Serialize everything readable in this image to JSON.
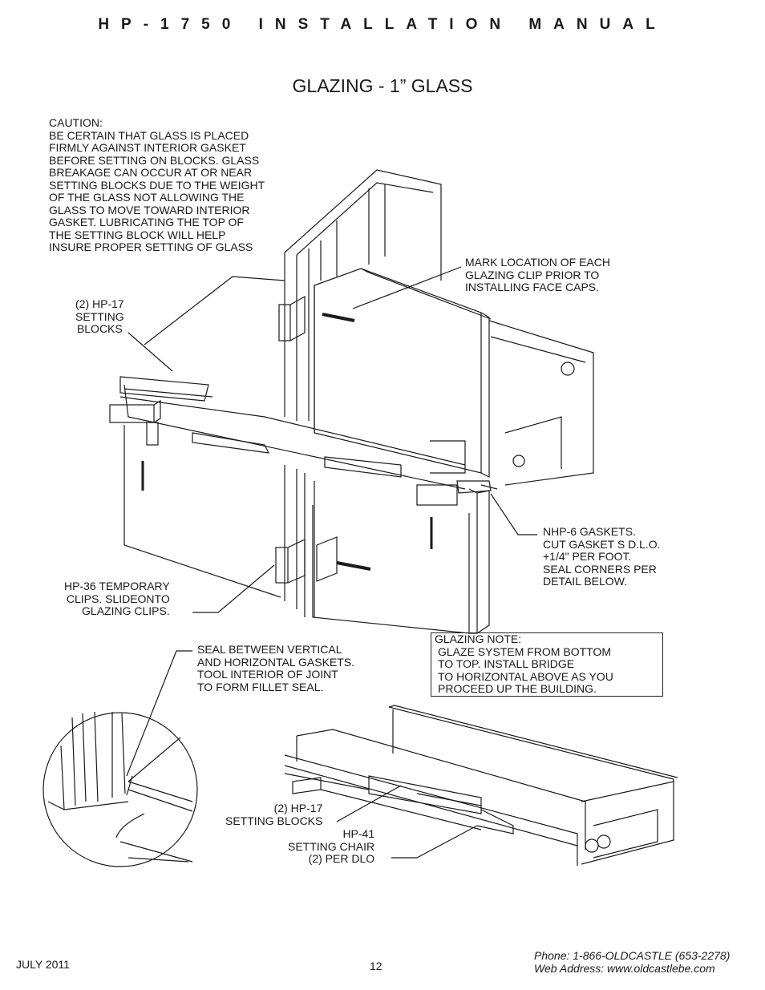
{
  "header": {
    "title": "HP-1750 INSTALLATION MANUAL"
  },
  "page_title": "GLAZING - 1” GLASS",
  "notes": {
    "caution": "CAUTION:\nBE CERTAIN THAT GLASS IS PLACED\nFIRMLY AGAINST INTERIOR GASKET\nBEFORE SETTING ON BLOCKS. GLASS\nBREAKAGE CAN OCCUR AT OR NEAR\nSETTING BLOCKS DUE TO THE WEIGHT\nOF THE GLASS NOT ALLOWING THE\nGLASS TO MOVE TOWARD INTERIOR\nGASKET. LUBRICATING THE TOP OF\nTHE SETTING BLOCK WILL HELP\nINSURE PROPER SETTING OF GLASS",
    "mark_location": "MARK LOCATION OF EACH\nGLAZING CLIP PRIOR TO\nINSTALLING FACE CAPS.",
    "setting_blocks_top": "(2) HP-17\nSETTING\nBLOCKS",
    "nhp6_gaskets": "NHP-6 GASKETS.\nCUT GASKET S D.L.O.\n+1/4\" PER FOOT.\nSEAL CORNERS PER\nDETAIL BELOW.",
    "hp36_clips": "HP-36 TEMPORARY\nCLIPS. SLIDEONTO\nGLAZING CLIPS.",
    "seal_between": "SEAL BETWEEN VERTICAL\nAND HORIZONTAL GASKETS.\nTOOL INTERIOR OF JOINT\nTO FORM FILLET SEAL.",
    "glazing_note_title": "GLAZING NOTE:",
    "glazing_note_body": "GLAZE SYSTEM FROM BOTTOM\nTO TOP. INSTALL BRIDGE\nTO HORIZONTAL ABOVE AS YOU\nPROCEED UP THE BUILDING.",
    "setting_blocks_bottom": "(2) HP-17\nSETTING BLOCKS",
    "hp41_chair": "HP-41\nSETTING CHAIR\n(2) PER DLO"
  },
  "footer": {
    "date": "JULY 2011",
    "page_number": "12",
    "phone": "Phone: 1-866-OLDCASTLE (653-2278)",
    "web": "Web Address: www.oldcastlebe.com"
  }
}
